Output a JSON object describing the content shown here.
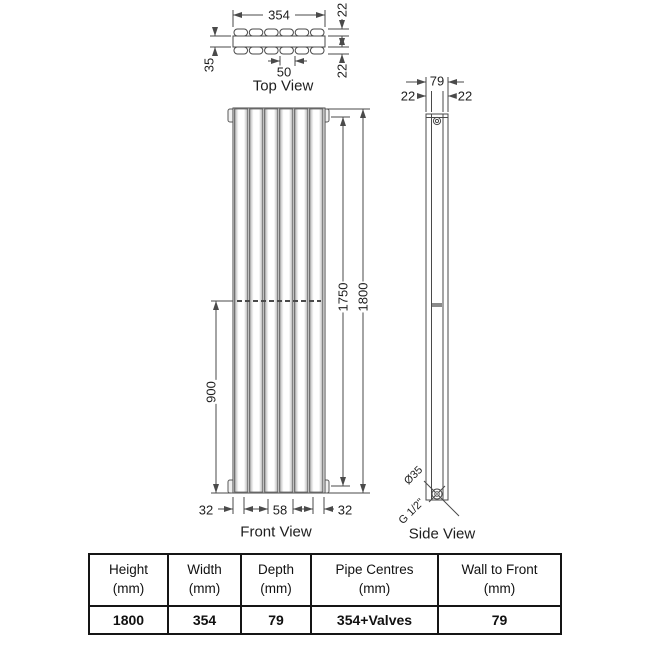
{
  "drawing": {
    "top_view": {
      "label": "Top View",
      "width_dim": "354",
      "tube_spacing_dim": "50",
      "front_row_depth_dim": "22",
      "rear_row_depth_dim": "22",
      "panel_gap_dim": "35"
    },
    "front_view": {
      "label": "Front View",
      "overall_height_dim": "1800",
      "tapping_centres_dim": "1750",
      "bracket_height_dim": "900",
      "left_edge_dim": "32",
      "centre_dim": "58",
      "right_edge_dim": "32"
    },
    "side_view": {
      "label": "Side View",
      "overall_depth_dim": "79",
      "front_panel_dim": "22",
      "rear_panel_dim": "22",
      "pipe_diameter": "Ø35",
      "thread_size": "G 1/2\""
    }
  },
  "table": {
    "headers": [
      {
        "line1": "Height",
        "line2": "(mm)"
      },
      {
        "line1": "Width",
        "line2": "(mm)"
      },
      {
        "line1": "Depth",
        "line2": "(mm)"
      },
      {
        "line1": "Pipe Centres",
        "line2": "(mm)"
      },
      {
        "line1": "Wall to Front",
        "line2": "(mm)"
      }
    ],
    "values": [
      "1800",
      "354",
      "79",
      "354+Valves",
      "79"
    ]
  },
  "colors": {
    "line": "#4a4a4a",
    "text": "#1e1e1e",
    "table_border": "#151515"
  }
}
